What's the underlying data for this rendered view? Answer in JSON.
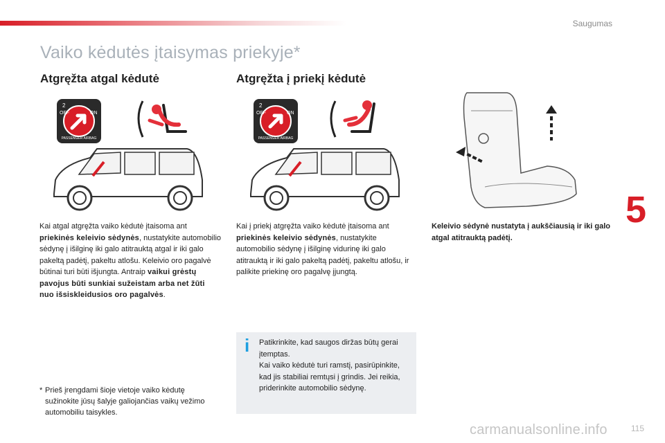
{
  "header": {
    "section": "Saugumas",
    "chapter_number": "5",
    "page_number": "115"
  },
  "title": "Vaiko kėdutės įtaisymas priekyje*",
  "columns": {
    "rear": {
      "heading": "Atgręžta atgal kėdutė",
      "text": {
        "p1": "Kai atgal atgręžta vaiko kėdutė įtaisoma ant ",
        "b1": "priekinės keleivio sėdynės",
        "p2": ", nustatykite automobilio sėdynę į išilginę iki galo atitrauktą atgal ir iki galo pakeltą padėtį, pakeltu atlošu. Keleivio oro pagalvė būtinai turi būti išjungta. Antraip ",
        "b2": "vaikui grėstų pavojus būti sunkiai sužeistam arba net žūti nuo išsiskleidusios oro pagalvės",
        "p3": "."
      }
    },
    "front": {
      "heading": "Atgręžta į priekį kėdutė",
      "text": {
        "p1": "Kai į priekį atgręžta vaiko kėdutė įtaisoma ant ",
        "b1": "priekinės keleivio sėdynės",
        "p2": ", nustatykite automobilio sėdynę į išilginę vidurinę iki galo atitrauktą ir iki galo pakeltą padėtį, pakeltu atlošu, ir palikite priekinę oro pagalvę įjungtą."
      }
    },
    "seat": {
      "caption": "Keleivio sėdynė nustatyta į aukščiausią ir iki galo atgal atitrauktą padėtį."
    }
  },
  "airbag_switch": {
    "off_label": "OFF",
    "on_label": "ON",
    "label": "PASSENGER AIRBAG",
    "number": "2"
  },
  "info_box": {
    "icon": "info-icon",
    "icon_glyph": "i",
    "text": "Patikrinkite, kad saugos diržas būtų gerai įtemptas.\nKai vaiko kėdutė turi ramstį, pasirūpinkite, kad jis stabiliai remtųsi į grindis. Jei reikia, priderinkite automobilio sėdynę."
  },
  "footnote": {
    "marker": "*",
    "text": "Prieš įrengdami šioje vietoje vaiko kėdutę sužinokite jūsų šalyje galiojančias vaikų vežimo automobiliu taisykles."
  },
  "watermark": "carmanualsonline.info",
  "colors": {
    "accent": "#d81e27",
    "title_gray": "#a9b1b9",
    "info_blue": "#1d9fe0",
    "info_bg": "#eceef1"
  }
}
